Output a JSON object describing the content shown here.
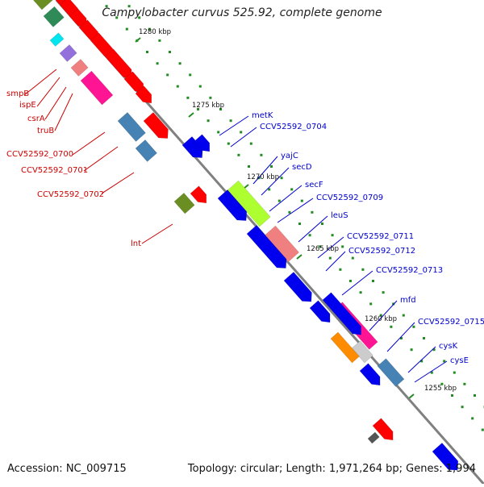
{
  "title": "Campylobacter curvus 525.92, complete genome",
  "footer": {
    "accession": "Accession: NC_009715",
    "stats": "Topology: circular; Length: 1,971,264 bp; Genes: 1,994"
  },
  "scale_labels": [
    "1280 kbp",
    "1275 kbp",
    "1270 kbp",
    "1265 kbp",
    "1260 kbp",
    "1255 kbp"
  ],
  "left_labels": [
    "smpB",
    "ispE",
    "csrA",
    "truB",
    "CCV52592_0700",
    "CCV52592_0701",
    "CCV52592_0702",
    "lnt"
  ],
  "right_labels": [
    "metK",
    "CCV52592_0704",
    "yajC",
    "secD",
    "secF",
    "CCV52592_0709",
    "leuS",
    "CCV52592_0711",
    "CCV52592_0712",
    "CCV52592_0713",
    "mfd",
    "CCV52592_0715",
    "cysK",
    "cysE"
  ],
  "colors": {
    "forward_gene": "#ff0000",
    "reverse_gene": "#0000ee",
    "left_label": "#cc0000",
    "right_label": "#0000cc",
    "backbone": "#808080",
    "tick": "#228b22",
    "gene_steel": "#4682b4",
    "gene_olive": "#6b8e23",
    "gene_lime": "#adff2f",
    "gene_salmon": "#f08080",
    "gene_magenta": "#ff1493",
    "gene_orange": "#ff8c00"
  }
}
